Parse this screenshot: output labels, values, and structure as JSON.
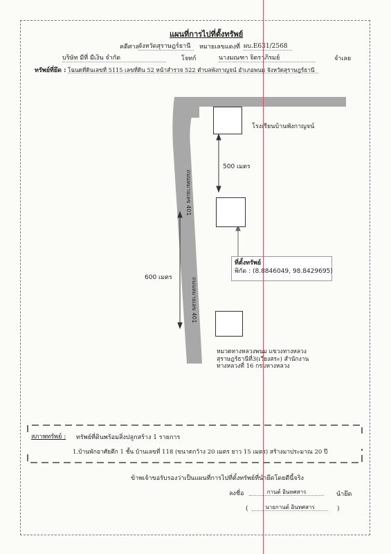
{
  "header": {
    "title": "แผนที่การไปที่ตั้งทรัพย์",
    "court_label": "คดีศาล",
    "court_value": "จังหวัดสุราษฎร์ธานี",
    "case_label": "หมายเลขแดงที่",
    "case_value": "ผบ.E631/2568",
    "plaintiff_value": "บริษัท  มีที่ มีเงิน จำกัด",
    "plaintiff_label": "โจทก์",
    "defendant_value": "นางมณฑา จิตราภิรมย์",
    "defendant_label": "จำเลย",
    "property_label": "ทรัพย์ที่ยึด :",
    "property_value": "โฉนดที่ดินเลขที่ 5115 เลขที่ดิน 52 หน้าสำรวจ 522 ตำบลพังกาญจน์ อำเภอพนม จังหวัดสุราษฎร์ธานี"
  },
  "map": {
    "road_label_top": "ถนนหมายเลข 401",
    "road_label_bottom": "ถนนหมายเลข 401",
    "school_label": "โรงเรียนบ้านพังกาญจน์",
    "distance_top": "500 เมตร",
    "distance_left": "600 เมตร",
    "property_title": "ที่ตั้งทรัพย์",
    "property_coords": "พิกัด : (8.8846049, 98.8429695)",
    "highway_office": "หมวดทางหลวงพนม แขวงทางหลวง\nสุราษฎร์ธานีที่3(เวียงสระ) สำนักงาน\nทางหลวงที่ 16 กรมทางหลวง"
  },
  "condition": {
    "label": "สภาพทรัพย์ :",
    "summary": "ทรัพย์ที่ดินพร้อมสิ่งปลูกสร้าง 1 รายการ",
    "detail": "1.บ้านพักอาศัยตึก 1 ชั้น บ้านเลขที่ 118 (ขนาดกว้าง 20 เมตร ยาว 15 เมตร) สร้างมาประมาณ 20 ปี"
  },
  "certification": {
    "statement": "ข้าพเจ้าขอรับรองว่าเป็นแผนที่การไปที่ตั้งทรัพย์ที่นำยึดโดยตีนี้จริง",
    "sign_label": "ลงชื่อ",
    "signature": "กานต์ อินทศสาร",
    "role": "นำยึด",
    "name_paren_open": "(",
    "name": "นายกานต์ อินทศสาร",
    "name_paren_close": ")"
  }
}
